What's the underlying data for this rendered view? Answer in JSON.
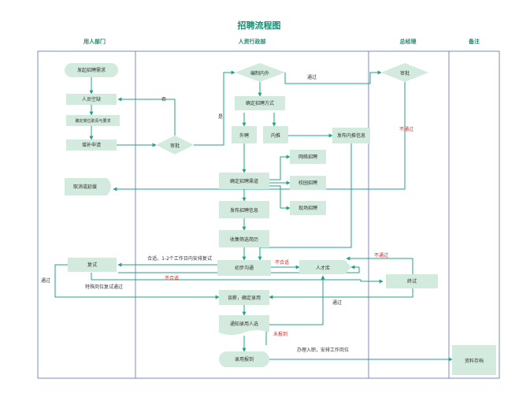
{
  "title": "招聘流程图",
  "lanes": {
    "dept": "用人部门",
    "hr": "人资行政部",
    "gm": "总经理",
    "note": "备注"
  },
  "nodes": {
    "start": "发起招聘需求",
    "vacancy": "人员空缺",
    "define_post": "确定岗位职责与要求",
    "apply": "增补申请",
    "approve_hr": "审批",
    "recruit_type": "编制内外",
    "approve_gm": "审批",
    "method": "确定招聘方式",
    "external": "外聘",
    "internal": "内推",
    "publish_internal": "发布内推信息",
    "channel": "确定招聘渠道",
    "online": "网络招聘",
    "campus": "校园招聘",
    "onsite": "现场招聘",
    "cancel": "取消或延缓",
    "publish": "发布招聘信息",
    "screen": "收集筛选简历",
    "reinterview": "复试",
    "initial": "初步沟通",
    "talent_pool": "人才库",
    "final_interview": "终试",
    "salary": "谈薪，确定录用",
    "notify": "通知录用人选",
    "onboard": "录用报到",
    "archive": "资料存档"
  },
  "labels": {
    "pass1": "通过",
    "no": "否",
    "yes": "是",
    "reject_gm": "不通过",
    "schedule": "合适，1-2个工作日内安排复试",
    "unfit1": "不合适",
    "unfit2": "不合适",
    "reject_final": "不通过",
    "special": "特殊岗位复试通过",
    "pass2": "通过",
    "pass3": "通过",
    "noshow": "未报到",
    "onboard_note": "办理入职，安排工作岗位"
  }
}
